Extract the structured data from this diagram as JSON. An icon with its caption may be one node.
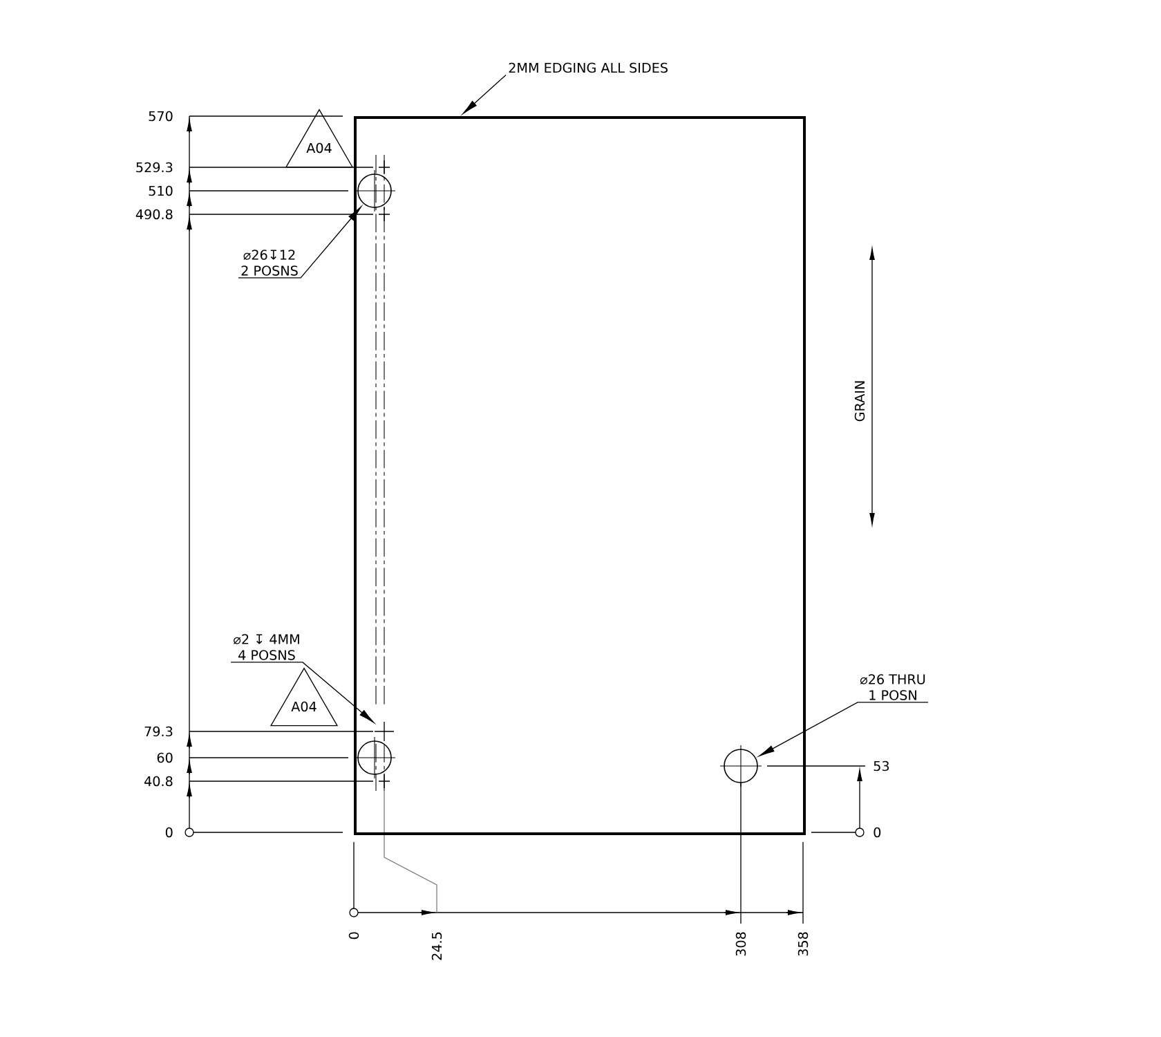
{
  "diagram": {
    "nodes": [
      {
        "text": [],
        "shape": "box"
      },
      {
        "text": [
          "2MM EDGING  ALL SIDES"
        ]
      },
      {
        "text": [
          "A04"
        ]
      },
      {
        "text": [
          "⌀26↧12",
          "2 POSNS"
        ]
      },
      {
        "text": [],
        "shape": "circle",
        "in": 0
      },
      {
        "text": [
          "⌀2 ↧ 4MM",
          "4 POSNS"
        ]
      },
      {
        "text": [
          "A04"
        ]
      },
      {
        "text": [
          "⌀26 THRU",
          "1 POSN"
        ]
      },
      {
        "text": [],
        "shape": "circle",
        "in": 0
      },
      {
        "text": [],
        "shape": "circle",
        "in": 0
      },
      {
        "text": [],
        "shape": "cross",
        "in": 0
      }
    ],
    "edges": [
      {
        "from": 1,
        "to": 0,
        "arrow": "to"
      },
      {
        "from": 3,
        "to": 4,
        "arrow": "to"
      },
      {
        "from": 5,
        "to": 10,
        "arrow": "to"
      },
      {
        "from": 7,
        "to": 9,
        "arrow": "to"
      }
    ],
    "labels": [
      "570",
      "529.3",
      "510",
      "490.8",
      "GRAIN",
      "79.3",
      "60",
      "40.8",
      "53",
      "0",
      "0",
      "0",
      "24.5",
      "308",
      "358"
    ]
  }
}
